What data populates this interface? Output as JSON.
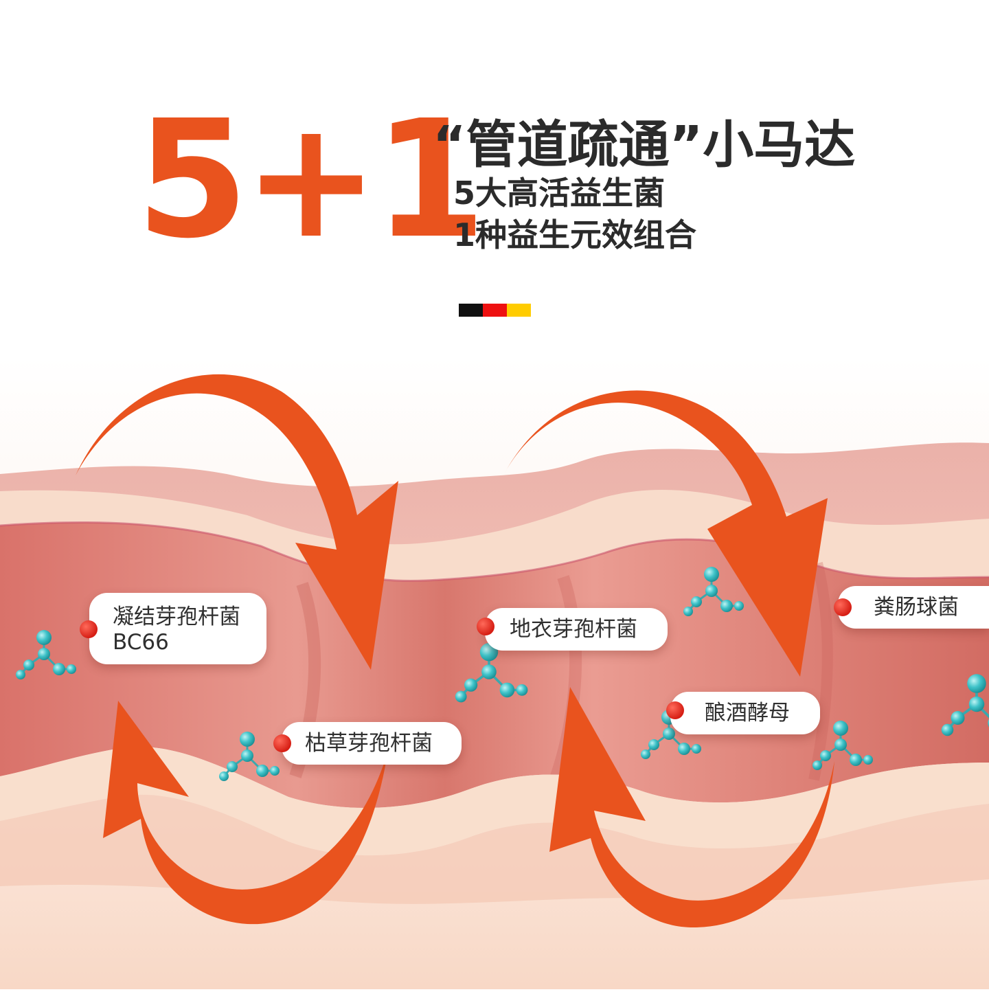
{
  "header": {
    "big_number": "5+1",
    "title": "“管道疏通”小马达",
    "subtitle_1": "5大高活益生菌",
    "subtitle_2": "1种益生元效组合"
  },
  "flag_colors": [
    "#111111",
    "#ee1111",
    "#ffcc00"
  ],
  "colors": {
    "accent": "#e9531e",
    "text": "#2b2b2b",
    "tissue": "#e2877e",
    "tissue_light": "#f7d9c8",
    "molecule": "#3fc3c9",
    "marker": "#e02a1f"
  },
  "icons": [
    "curved-arrow-icon",
    "molecule-icon",
    "red-dot-marker-icon"
  ],
  "labels": [
    {
      "id": "bc66",
      "line1": "凝结芽孢杆菌",
      "line2": "BC66"
    },
    {
      "id": "subtilis",
      "line1": "枯草芽孢杆菌"
    },
    {
      "id": "licheniformis",
      "line1": "地衣芽孢杆菌"
    },
    {
      "id": "yeast",
      "line1": "酿酒酵母"
    },
    {
      "id": "faecalis",
      "line1": "粪肠球菌"
    }
  ]
}
